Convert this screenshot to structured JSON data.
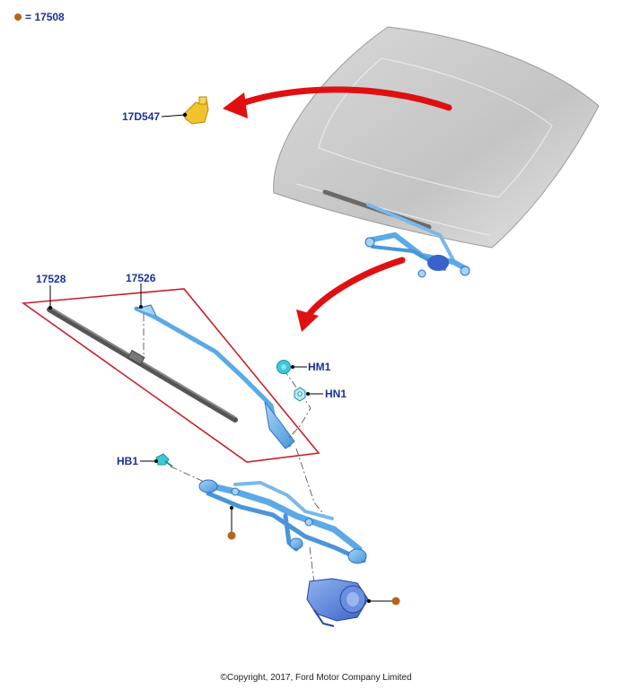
{
  "legend": {
    "marker_color": "#b5651d",
    "text": "= 17508"
  },
  "labels": {
    "washer_reservoir_cap": "17D547",
    "blade": "17528",
    "arm": "17526",
    "nut_hm1": "HM1",
    "nut_hn1": "HN1",
    "bolt_hb1": "HB1"
  },
  "colors": {
    "part_blue": "#5ba9e6",
    "part_dark_blue": "#2f6fc0",
    "cap_yellow": "#f2c12e",
    "arrow_red": "#e01010",
    "box_red": "#c8202a",
    "glass_grey": "#c8c8c8",
    "marker_brown": "#b5651d",
    "label_blue": "#1a2f9a"
  },
  "copyright": "©Copyright, 2017, Ford Motor Company Limited"
}
